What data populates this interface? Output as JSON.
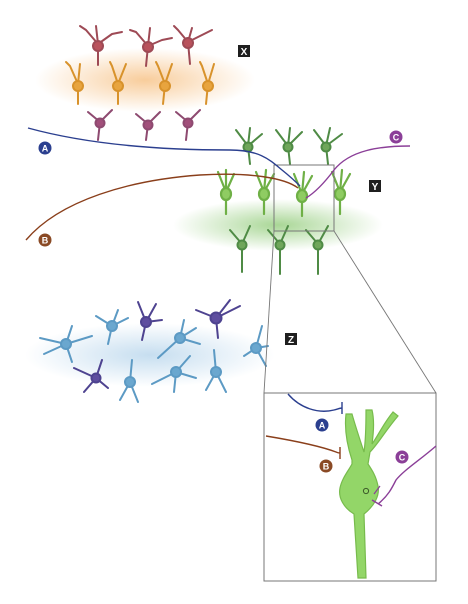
{
  "labels": {
    "group_x": "X",
    "group_y": "Y",
    "group_z": "Z",
    "input_a": "A",
    "input_b": "B",
    "input_c": "C"
  },
  "colors": {
    "box_label": "#1f1f1f",
    "orange_glow": "#f7c48a",
    "orange_neuron": "#e8a43e",
    "rose_neuron": "#b9525c",
    "mauve_neuron": "#a14f7a",
    "green_glow": "#9fd28a",
    "green_neuron": "#7fc254",
    "dark_green_neuron": "#4f8b45",
    "blue_glow": "#c3dcef",
    "blue_neuron": "#6aa7cf",
    "violet_neuron": "#5e4e9f",
    "axon_a": "#2b3f8f",
    "axon_b": "#8a3f1b",
    "axon_c": "#8b3f98",
    "inset_neuron": "#93d668"
  }
}
